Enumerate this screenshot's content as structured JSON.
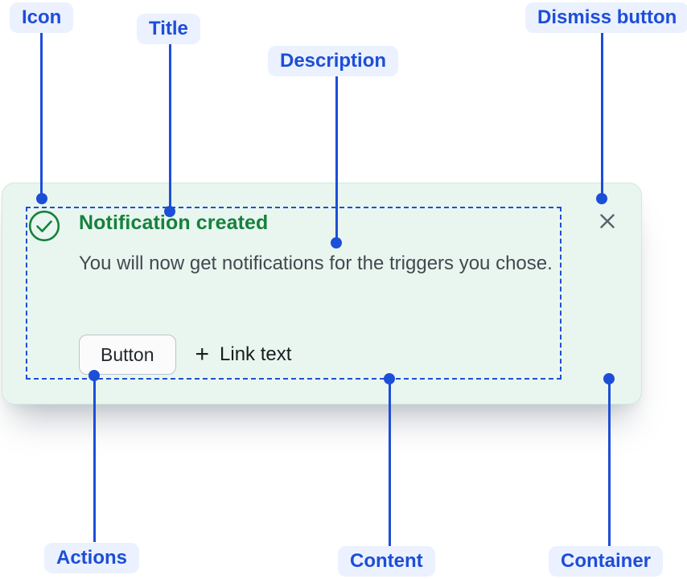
{
  "annotations": {
    "icon": "Icon",
    "title": "Title",
    "description": "Description",
    "dismiss": "Dismiss button",
    "actions": "Actions",
    "content": "Content",
    "container": "Container"
  },
  "notification": {
    "title": "Notification created",
    "description": "You will now get notifications for the triggers you chose.",
    "button_label": "Button",
    "link_plus_glyph": "+",
    "link_label": "Link text"
  },
  "icons": {
    "status_icon": "check-circle-icon",
    "dismiss_icon": "close-icon",
    "link_prefix_icon": "plus-icon"
  },
  "colors": {
    "annotation_blue": "#1D4ED8",
    "annotation_pill_bg": "#EBF1FE",
    "success_green": "#15813D",
    "card_bg": "#E9F6EF",
    "card_border": "#D2E9DC",
    "description_text": "#424950",
    "dismiss_gray": "#59626B",
    "button_border": "#BEC3C9"
  }
}
